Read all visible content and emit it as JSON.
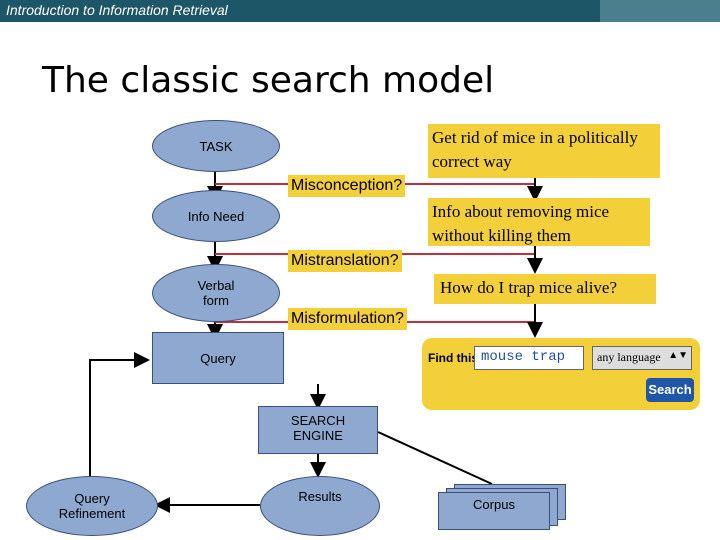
{
  "header": {
    "course_title": "Introduction to Information Retrieval"
  },
  "slide": {
    "title": "The classic search model"
  },
  "diagram": {
    "task": "TASK",
    "info_need": "Info Need",
    "verbal_form": "Verbal form",
    "query": "Query",
    "search_engine": "SEARCH ENGINE",
    "results": "Results",
    "query_refinement": "Query Refinement",
    "corpus": "Corpus"
  },
  "errors": {
    "misconception": "Misconception?",
    "mistranslation": "Mistranslation?",
    "misformulation": "Misformulation?"
  },
  "examples": {
    "task": "Get rid of mice in a politically correct way",
    "info_need": "Info about removing mice without killing them",
    "verbal_form": "How do I trap mice alive?"
  },
  "search_ui": {
    "find_label": "Find this:",
    "query_value": "mouse trap",
    "language_option": "any language",
    "search_button": "Search"
  },
  "colors": {
    "node_fill": "#8fa8d0",
    "highlight": "#f3cf3a",
    "error_line": "#c0303a",
    "header_bar": "#1d5666"
  }
}
